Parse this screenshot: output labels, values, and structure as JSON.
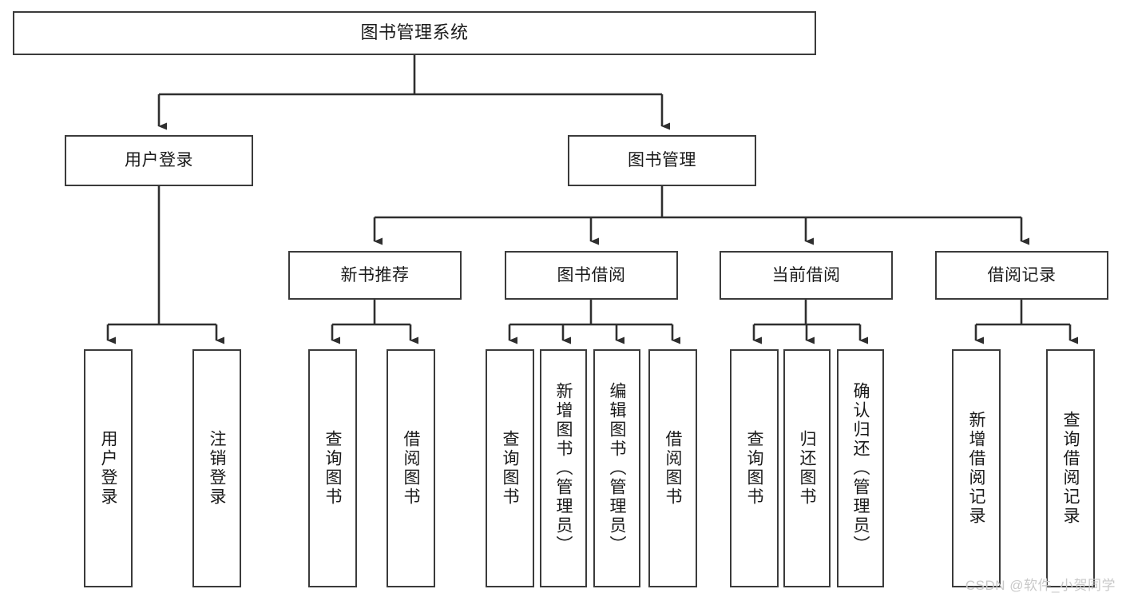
{
  "diagram": {
    "title": "图书管理系统",
    "type": "tree",
    "watermark": "CSDN @软件_小贺同学",
    "colors": {
      "box_border": "#3b3b3b",
      "box_fill": "#ffffff",
      "connector": "#2f2f2f",
      "text": "#1a1a1a",
      "watermark": "#c9c9c9"
    },
    "nodes": {
      "root": {
        "label": "图书管理系统",
        "level": 1
      },
      "l2": [
        {
          "id": "user-login",
          "label": "用户登录"
        },
        {
          "id": "book-manage",
          "label": "图书管理"
        }
      ],
      "l3": [
        {
          "id": "new-book-recommend",
          "label": "新书推荐"
        },
        {
          "id": "book-borrow",
          "label": "图书借阅"
        },
        {
          "id": "current-borrow",
          "label": "当前借阅"
        },
        {
          "id": "borrow-record",
          "label": "借阅记录"
        }
      ],
      "leaves": {
        "user-login": [
          {
            "id": "leaf-user-login",
            "label": "用户登录"
          },
          {
            "id": "leaf-logout",
            "label": "注销登录"
          }
        ],
        "new-book-recommend": [
          {
            "id": "leaf-query-book-1",
            "label": "查询图书"
          },
          {
            "id": "leaf-borrow-book-1",
            "label": "借阅图书"
          }
        ],
        "book-borrow": [
          {
            "id": "leaf-query-book-2",
            "label": "查询图书"
          },
          {
            "id": "leaf-add-book",
            "label": "新增图书（管理员）"
          },
          {
            "id": "leaf-edit-book",
            "label": "编辑图书（管理员）"
          },
          {
            "id": "leaf-borrow-book-2",
            "label": "借阅图书"
          }
        ],
        "current-borrow": [
          {
            "id": "leaf-query-book-3",
            "label": "查询图书"
          },
          {
            "id": "leaf-return-book",
            "label": "归还图书"
          },
          {
            "id": "leaf-confirm-return",
            "label": "确认归还（管理员）"
          }
        ],
        "borrow-record": [
          {
            "id": "leaf-add-record",
            "label": "新增借阅记录"
          },
          {
            "id": "leaf-query-record",
            "label": "查询借阅记录"
          }
        ]
      }
    }
  }
}
